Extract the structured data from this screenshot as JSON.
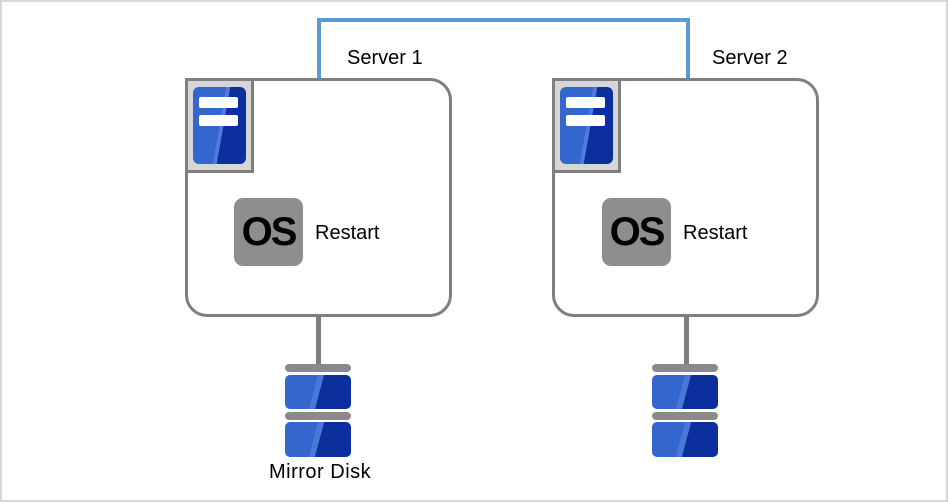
{
  "diagram": {
    "type": "failover-cluster-mirror-disk",
    "servers": [
      {
        "label": "Server 1",
        "os_badge": "OS",
        "action": "Restart"
      },
      {
        "label": "Server 2",
        "os_badge": "OS",
        "action": "Restart"
      }
    ],
    "mirror_disk_label": "Mirror Disk",
    "icons": {
      "interconnect": "network-line-icon",
      "server": "server-tower-icon",
      "os": "os-badge-icon",
      "disk": "disk-stack-icon"
    },
    "colors": {
      "interconnect_blue": "#5b9bd5",
      "outline_gray": "#7f7f7f",
      "badge_gray": "#8e8e8e",
      "disk_cap_gray": "#8a8a8a",
      "blue_light": "#3566cd",
      "blue_dark": "#0b2f9d",
      "frame_fill": "#d6d6d6"
    }
  }
}
